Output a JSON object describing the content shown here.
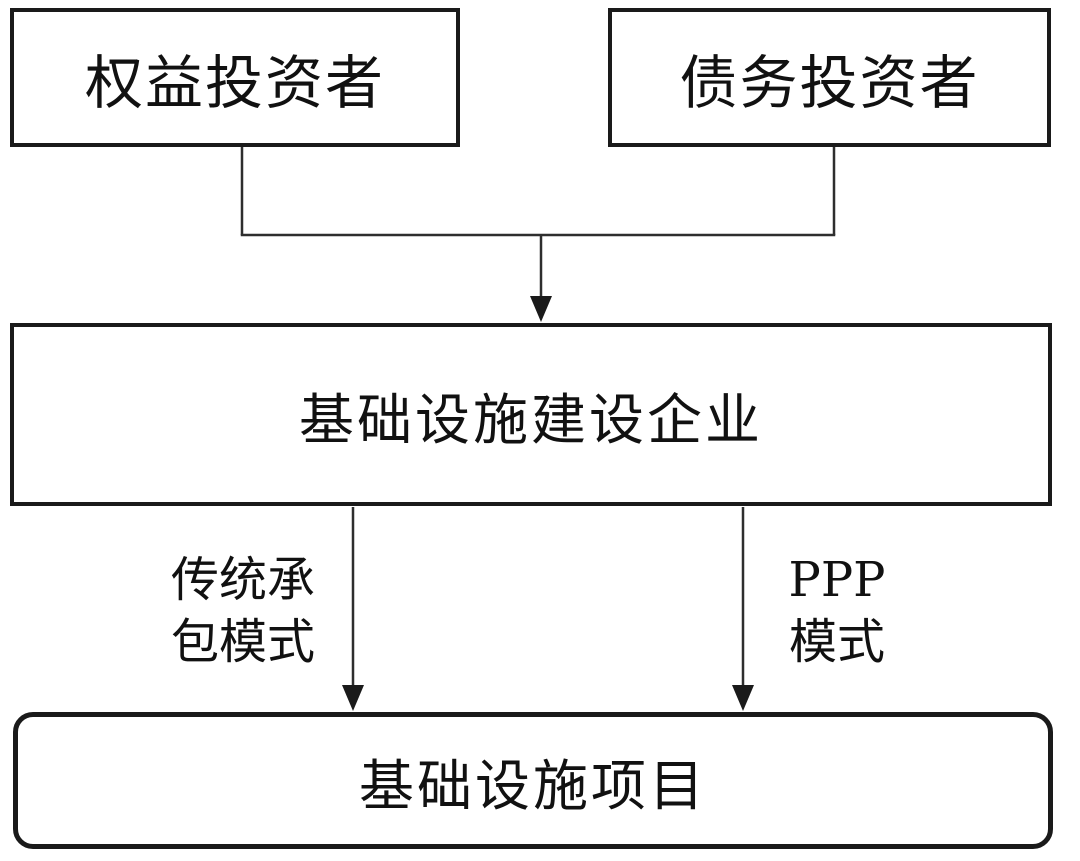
{
  "nodes": {
    "equity_investor": "权益投资者",
    "debt_investor": "债务投资者",
    "infrastructure_enterprise": "基础设施建设企业",
    "infrastructure_project": "基础设施项目"
  },
  "edge_labels": {
    "traditional_contracting_line1": "传统承",
    "traditional_contracting_line2": "包模式",
    "ppp_line1": "PPP",
    "ppp_line2": "模式"
  },
  "colors": {
    "background": "#ffffff",
    "box_border": "#1a1a1a",
    "connector_line": "#2e2e2e",
    "text": "#111111"
  }
}
